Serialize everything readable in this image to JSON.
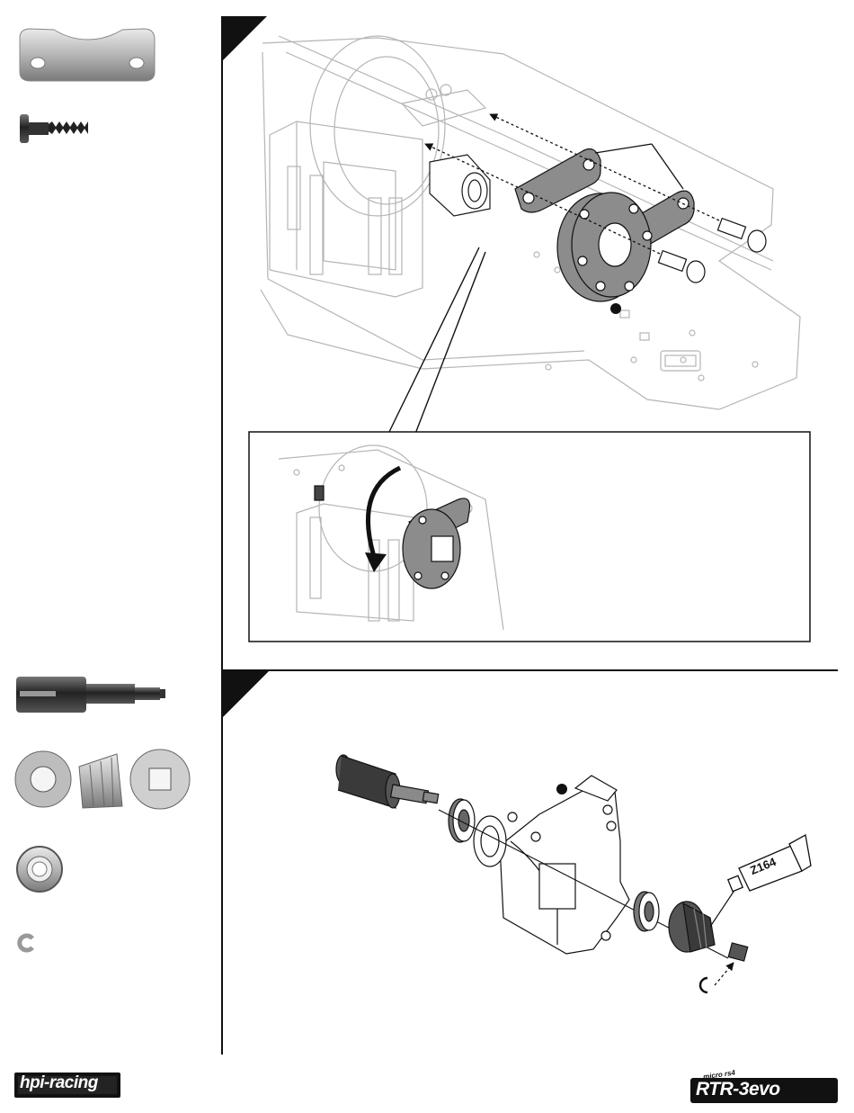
{
  "parts_column": {
    "step_a_parts": [
      "motor-plate-icon",
      "shoulder-screw-icon"
    ],
    "step_b_parts": [
      "drive-cup-shaft-icon",
      "bevel-gear-set-icon",
      "ball-bearing-icon",
      "e-clip-icon"
    ]
  },
  "step_b": {
    "grease_label": "Z164"
  },
  "footer": {
    "brand_left": "hpi-racing",
    "brand_right_small": "micro rs4",
    "brand_right": "RTR-3evo"
  },
  "colors": {
    "line": "#1a1a1a",
    "faint": "#b0b0b0",
    "part_gray": "#8a8a8a",
    "metal": "#c4c4c4",
    "black": "#111111"
  }
}
